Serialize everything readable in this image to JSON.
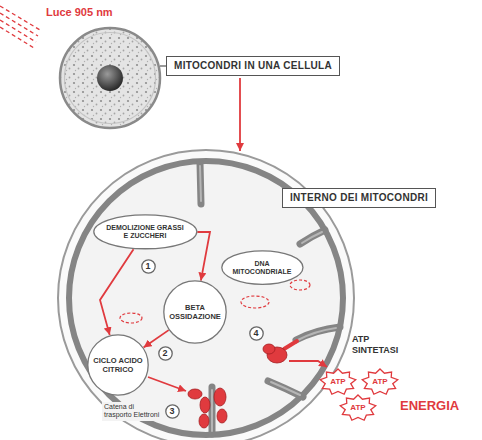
{
  "diagram": {
    "nodes": [
      {
        "text": [
          "MITOCONDRI IN UNA CELLULA"
        ]
      },
      {
        "text": [
          "INTERNO DEI MITOCONDRI"
        ]
      },
      {
        "text": [
          "DEMOLIZIONE GRASSI E ZUCCHERI"
        ]
      },
      {
        "text": [
          "DNA MITOCONDRIALE"
        ]
      },
      {
        "text": [
          "1"
        ]
      },
      {
        "text": [
          "BETA OSSIDAZIONE"
        ]
      },
      {
        "text": [
          "4"
        ]
      },
      {
        "text": [
          "CICLO ACIDO CITRICO"
        ]
      },
      {
        "text": [
          "2"
        ]
      },
      {
        "text": [
          "3"
        ]
      },
      {
        "text": [
          "ATP"
        ]
      },
      {
        "text": [
          "ATP"
        ]
      },
      {
        "text": [
          "ATP"
        ]
      }
    ],
    "edges": [
      {
        "from": 2,
        "to": 5,
        "arrow": "to"
      },
      {
        "from": 2,
        "to": 7,
        "arrow": "to"
      },
      {
        "from": 5,
        "to": 7,
        "arrow": "to"
      }
    ],
    "labels": [
      "Luce 905 nm",
      "ATP SINTETASI",
      "ENERGIA",
      "Catena di trasporto Elettroni"
    ]
  }
}
